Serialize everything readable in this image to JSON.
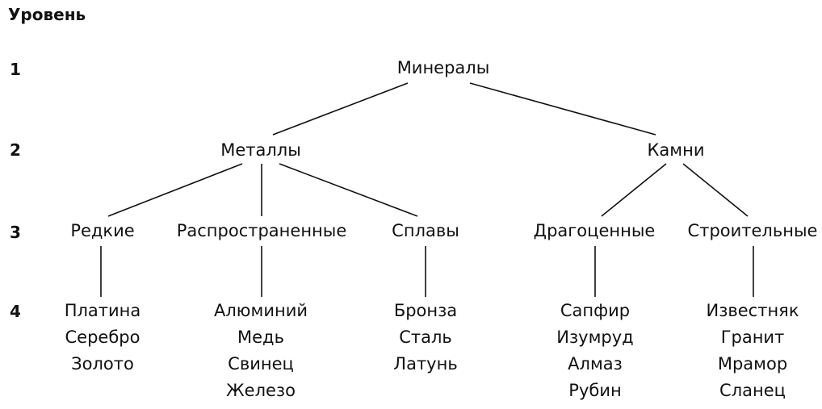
{
  "level_header": "Уровень",
  "levels": [
    "1",
    "2",
    "3",
    "4"
  ],
  "tree": {
    "root": "Минералы",
    "level2": [
      "Металлы",
      "Камни"
    ],
    "level3": [
      "Редкие",
      "Распространенные",
      "Сплавы",
      "Драгоценные",
      "Строительные"
    ],
    "level4": [
      [
        "Платина",
        "Серебро",
        "Золото"
      ],
      [
        "Алюминий",
        "Медь",
        "Свинец",
        "Железо"
      ],
      [
        "Бронза",
        "Сталь",
        "Латунь"
      ],
      [
        "Сапфир",
        "Изумруд",
        "Алмаз",
        "Рубин"
      ],
      [
        "Известняк",
        "Гранит",
        "Мрамор",
        "Сланец"
      ]
    ]
  }
}
